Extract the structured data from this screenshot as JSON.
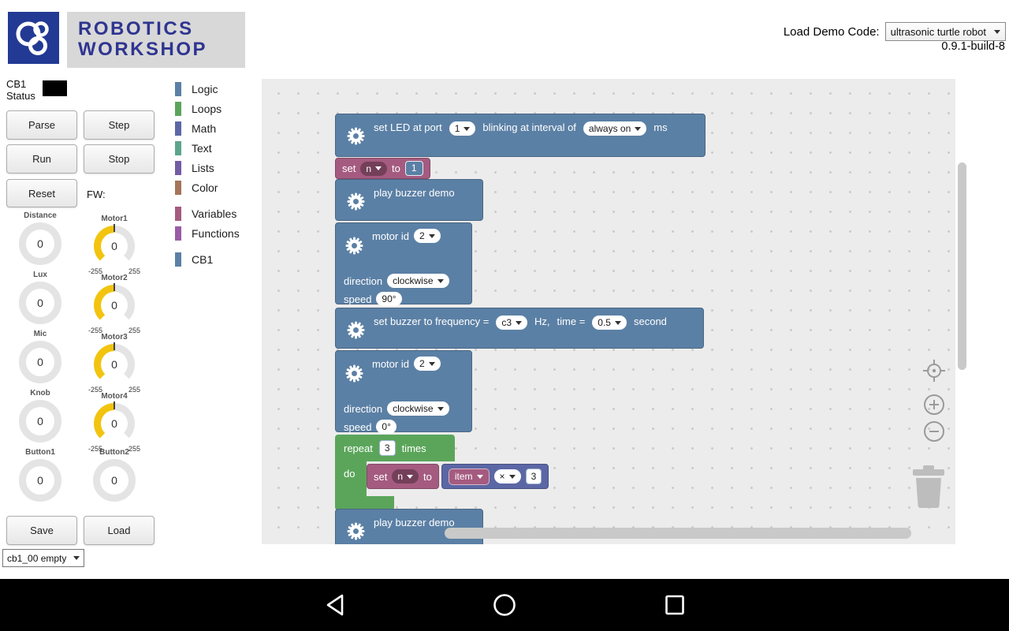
{
  "header": {
    "title_line1": "ROBOTICS",
    "title_line2": "WORKSHOP",
    "load_demo_label": "Load Demo Code:",
    "demo_select": "ultrasonic turtle robot",
    "version": "0.9.1-build-8"
  },
  "panel": {
    "status_line1": "CB1",
    "status_line2": "Status",
    "status_color": "#000000",
    "parse_label": "Parse",
    "step_label": "Step",
    "run_label": "Run",
    "stop_label": "Stop",
    "reset_label": "Reset",
    "fw_label": "FW:",
    "save_label": "Save",
    "load_label": "Load",
    "file_select": "cb1_00 empty",
    "sensors": [
      {
        "label": "Distance",
        "value": "0"
      },
      {
        "label": "Lux",
        "value": "0"
      },
      {
        "label": "Mic",
        "value": "0"
      },
      {
        "label": "Knob",
        "value": "0"
      },
      {
        "label": "Button1",
        "value": "0"
      }
    ],
    "motors": [
      {
        "label": "Motor1",
        "value": "0",
        "min": "-255",
        "max": "255"
      },
      {
        "label": "Motor2",
        "value": "0",
        "min": "-255",
        "max": "255"
      },
      {
        "label": "Motor3",
        "value": "0",
        "min": "-255",
        "max": "255"
      },
      {
        "label": "Motor4",
        "value": "0",
        "min": "-255",
        "max": "255"
      }
    ],
    "button2": {
      "label": "Button2",
      "value": "0"
    }
  },
  "toolbox": {
    "categories": [
      {
        "label": "Logic",
        "color": "#5b80a5"
      },
      {
        "label": "Loops",
        "color": "#5ba55b"
      },
      {
        "label": "Math",
        "color": "#5b67a5"
      },
      {
        "label": "Text",
        "color": "#5ba58c"
      },
      {
        "label": "Lists",
        "color": "#745ba5"
      },
      {
        "label": "Color",
        "color": "#a5745b"
      },
      {
        "label": "Variables",
        "color": "#a55b80"
      },
      {
        "label": "Functions",
        "color": "#995ba5"
      },
      {
        "label": "CB1",
        "color": "#5b80a5"
      }
    ]
  },
  "blocks": {
    "led": {
      "text1": "set LED at port",
      "port": "1",
      "text2": "blinking at interval of",
      "interval": "always on",
      "text3": "ms"
    },
    "set_n_1": {
      "text1": "set",
      "var": "n",
      "text2": "to",
      "value": "1"
    },
    "buzzer_demo_1": {
      "text": "play buzzer demo"
    },
    "motor_a": {
      "text1": "motor id",
      "id": "2",
      "text2": "direction",
      "direction": "clockwise",
      "text3": "speed",
      "speed": "90°"
    },
    "buzzer_freq": {
      "text1": "set buzzer to frequency =",
      "freq": "c3",
      "text2": "Hz,",
      "text3": "time =",
      "time": "0.5",
      "text4": "second"
    },
    "motor_b": {
      "text1": "motor id",
      "id": "2",
      "text2": "direction",
      "direction": "clockwise",
      "text3": "speed",
      "speed": "0°"
    },
    "repeat": {
      "text1": "repeat",
      "count": "3",
      "text2": "times",
      "do_label": "do"
    },
    "set_n_2": {
      "text1": "set",
      "var": "n",
      "text2": "to"
    },
    "expr": {
      "var": "item",
      "op": "×",
      "value": "3"
    },
    "buzzer_demo_2": {
      "text": "play buzzer demo"
    }
  },
  "colors": {
    "block_blue": "#5b80a5",
    "block_green": "#5ba55b",
    "block_magenta": "#a55b80",
    "block_purple": "#5b67a5",
    "gauge_accent": "#f2c40f",
    "logo_blue": "#233a94",
    "title_text": "#2f3590"
  },
  "icons": {
    "block_mutator": "gear-icon",
    "dropdown": "caret-down-icon",
    "zoom_reset": "crosshair-icon",
    "zoom_in": "plus-circle-icon",
    "zoom_out": "minus-circle-icon",
    "delete": "trash-icon",
    "nav_back": "back-triangle-icon",
    "nav_home": "home-circle-icon",
    "nav_recents": "recents-square-icon"
  }
}
